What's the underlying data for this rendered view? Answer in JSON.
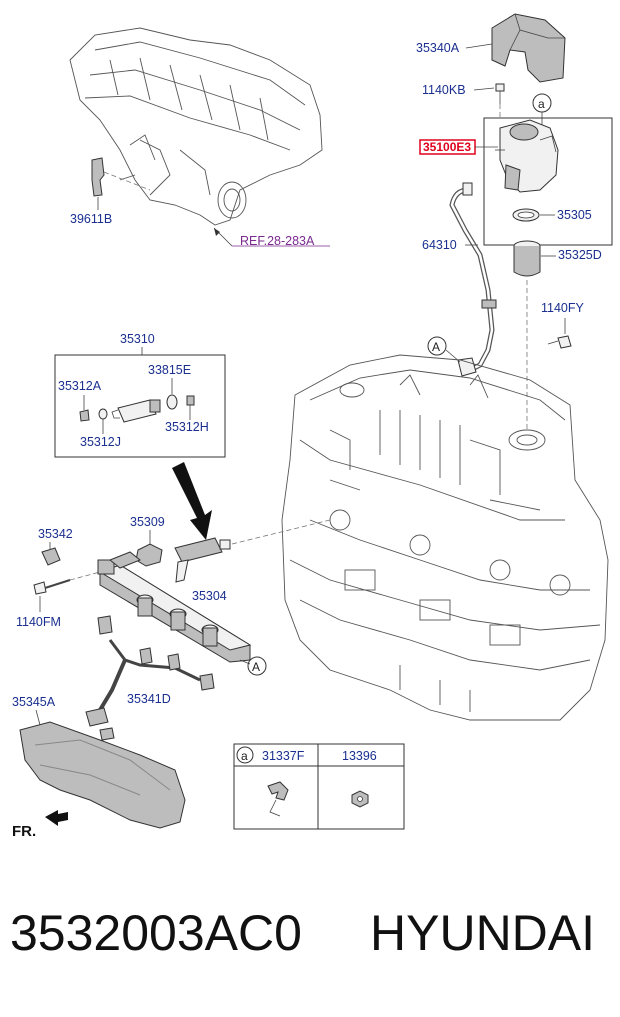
{
  "diagram": {
    "labels": {
      "p35340A": "35340A",
      "p1140KB": "1140KB",
      "p35100": "35100E3",
      "p35305": "35305",
      "p64310": "64310",
      "p35325D": "35325D",
      "p1140FY": "1140FY",
      "p39611B": "39611B",
      "ref": "REF.28-283A",
      "p35310": "35310",
      "p35312A": "35312A",
      "p33815E": "33815E",
      "p35312J": "35312J",
      "p35312H": "35312H",
      "p35342": "35342",
      "p35309": "35309",
      "p1140FM": "1140FM",
      "p35304": "35304",
      "p35345A": "35345A",
      "p35341D": "35341D",
      "p31337F": "31337F",
      "p13396": "13396",
      "fr": "FR."
    },
    "callouts": {
      "a_lower": "a",
      "a_upper": "a",
      "A_pipe": "A",
      "A_rail": "A"
    },
    "highlight_color": "#e0001b"
  },
  "footer": {
    "part_number": "3532003AC0",
    "brand": "HYUNDAI"
  }
}
